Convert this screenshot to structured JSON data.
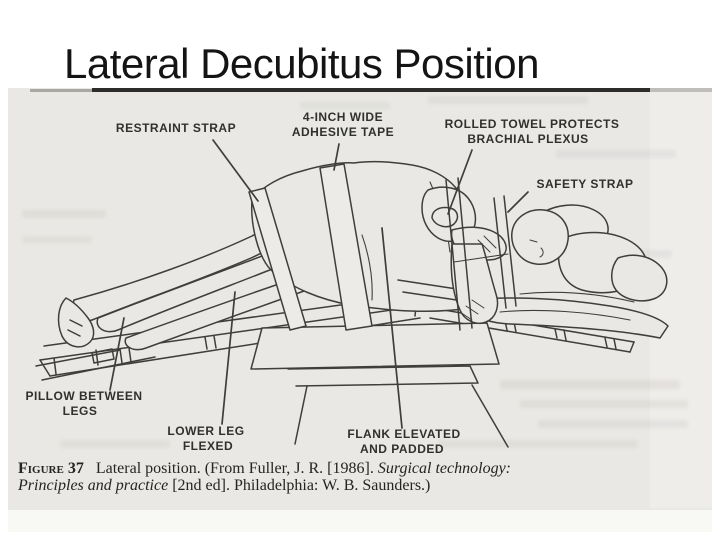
{
  "slide": {
    "title": "Lateral Decubitus Position"
  },
  "figure": {
    "labels": {
      "restraint_strap": "RESTRAINT STRAP",
      "adhesive_tape": [
        "4-INCH WIDE",
        "ADHESIVE TAPE"
      ],
      "rolled_towel": [
        "ROLLED TOWEL PROTECTS",
        "BRACHIAL PLEXUS"
      ],
      "safety_strap": "SAFETY STRAP",
      "pillow_between_legs": [
        "PILLOW BETWEEN",
        "LEGS"
      ],
      "lower_leg_flexed": [
        "LOWER LEG",
        "FLEXED"
      ],
      "flank_elevated": [
        "FLANK ELEVATED",
        "AND PADDED"
      ]
    },
    "caption": {
      "figure_label": "Figure 37",
      "line1_roman": "Lateral position. (From Fuller, J. R. [1986]. ",
      "line1_italic": "Surgical technology:",
      "line2_italic": "Principles and practice",
      "line2_roman": " [2nd ed]. Philadelphia: W. B. Saunders.)"
    },
    "colors": {
      "scan_bg": "#e9e8e4",
      "ink": "#3f3e3a",
      "label_ink": "#30302e",
      "caption_ink": "#262422"
    }
  }
}
